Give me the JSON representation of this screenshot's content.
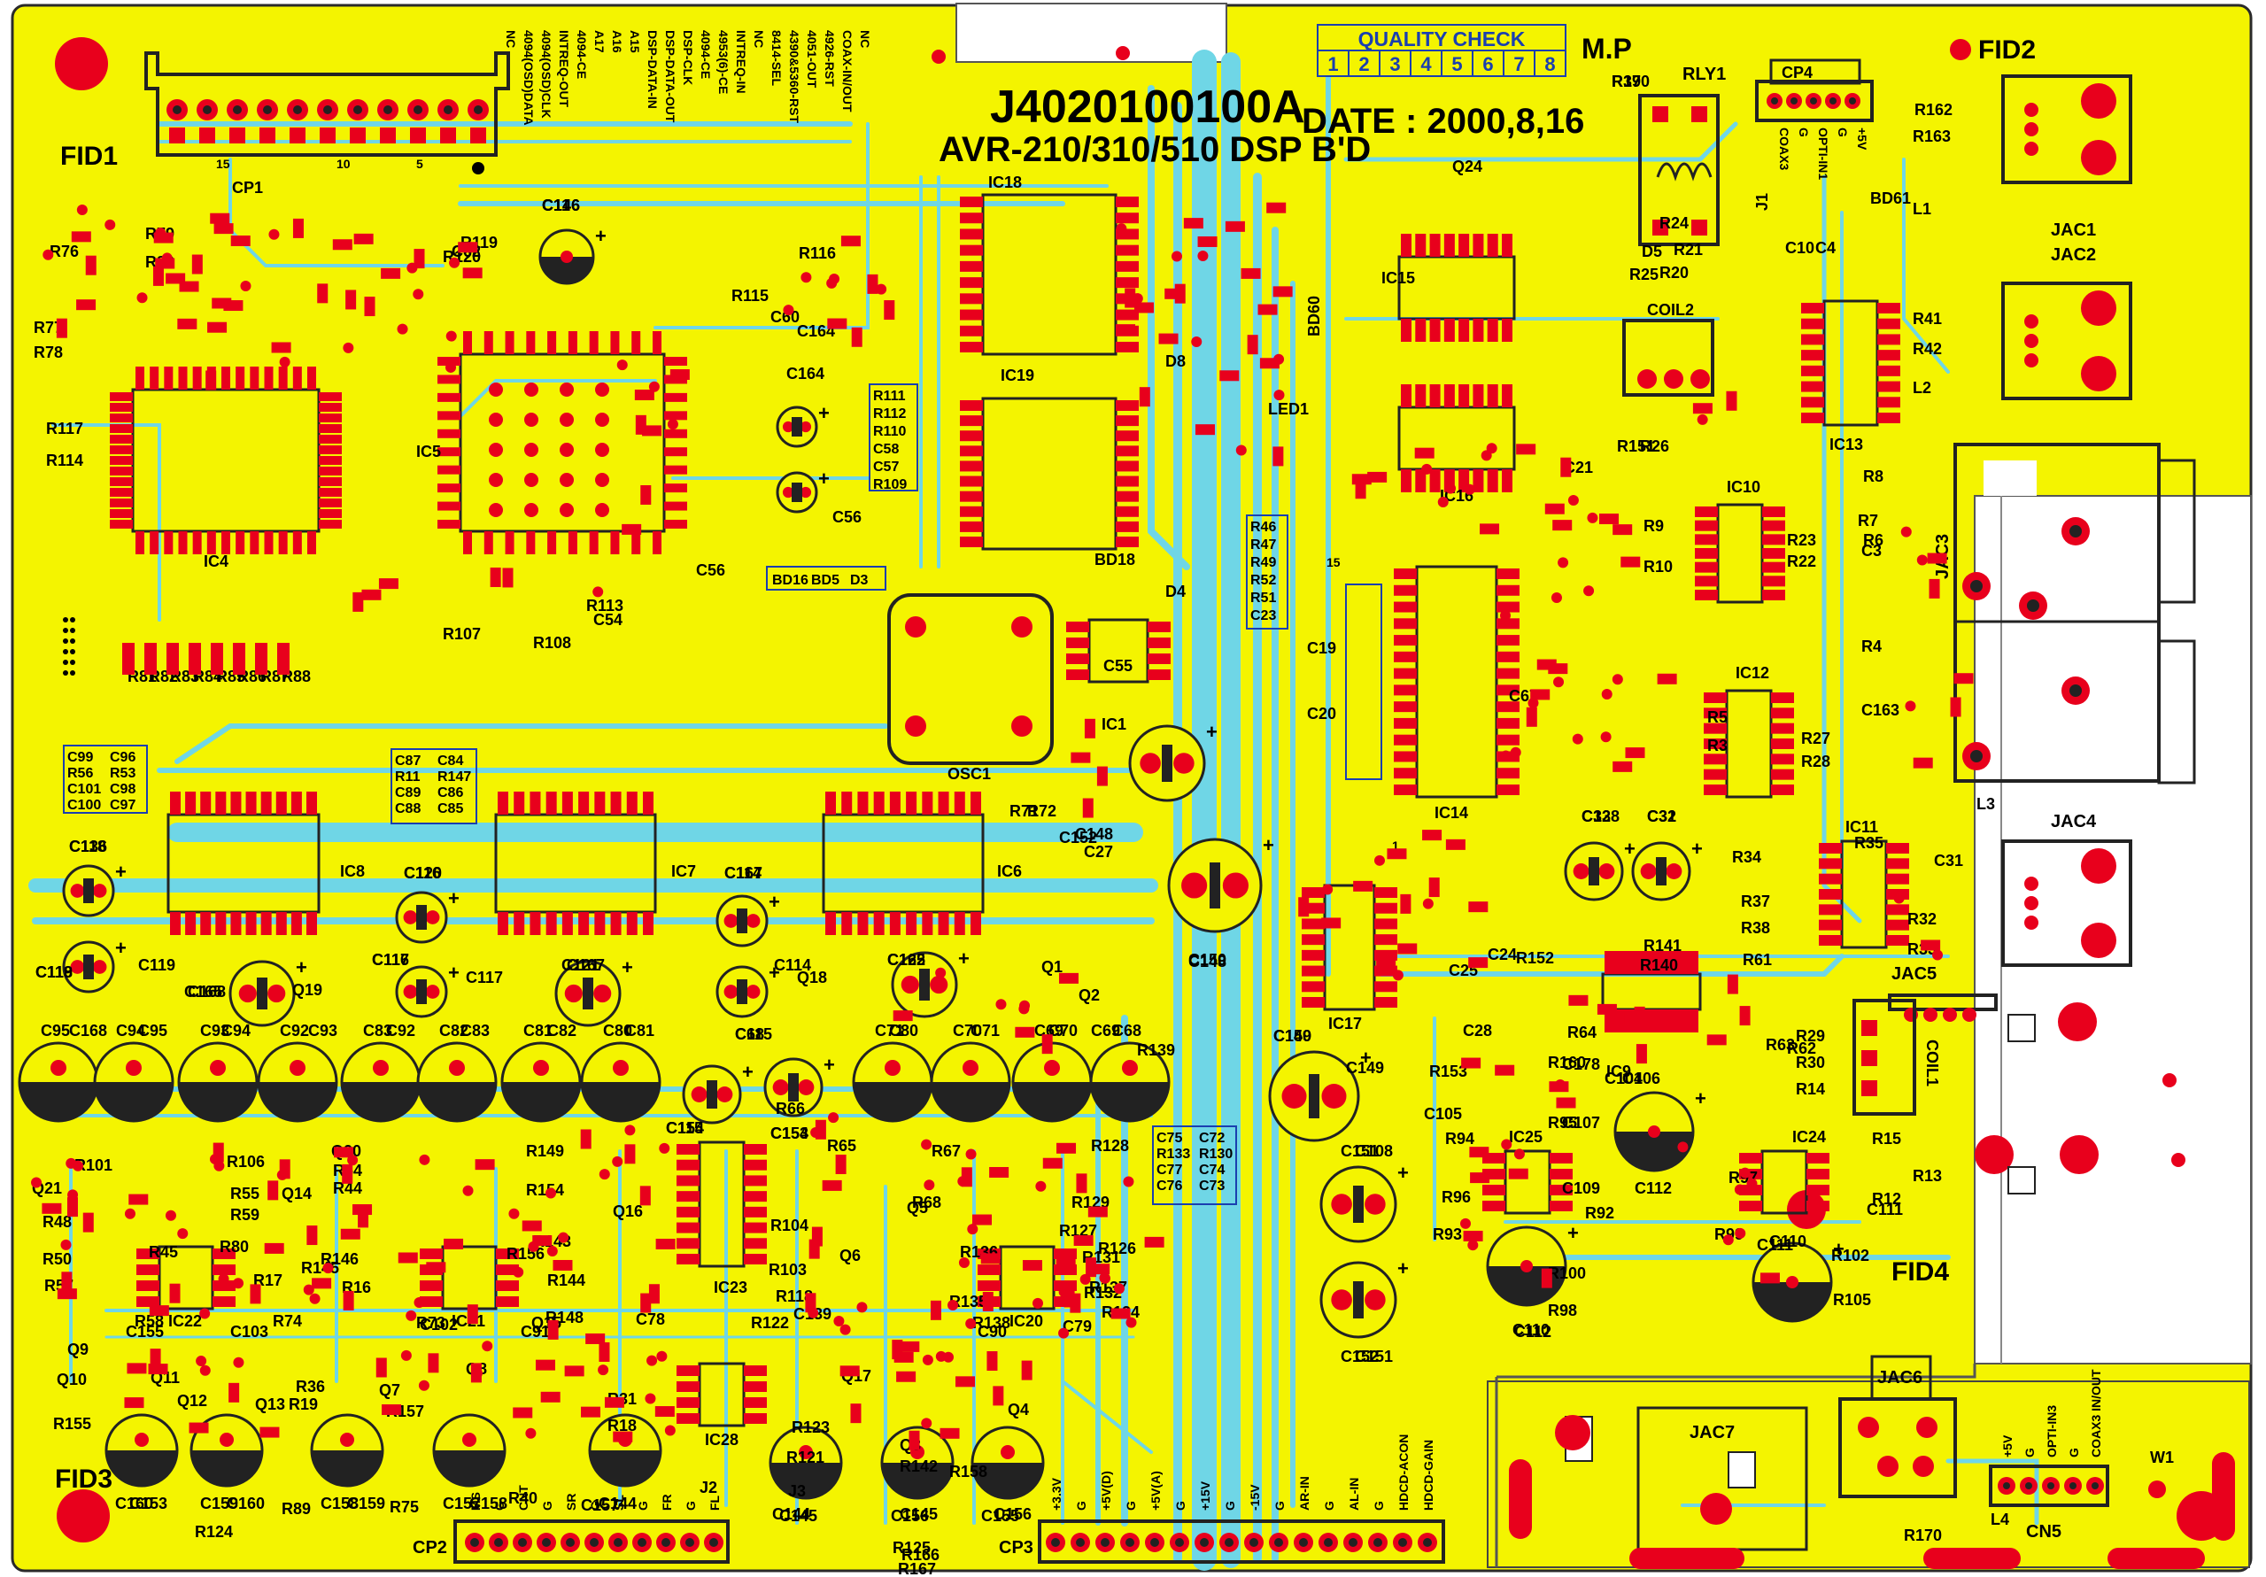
{
  "board": {
    "part_number": "J4020100100A",
    "model": "AVR-210/310/510 DSP B'D",
    "date": "DATE : 2000,8,16",
    "mp": "M.P",
    "quality_check": {
      "title": "QUALITY CHECK",
      "cells": [
        "1",
        "2",
        "3",
        "4",
        "5",
        "6",
        "7",
        "8"
      ]
    }
  },
  "fiducials": [
    "FID1",
    "FID2",
    "FID3",
    "FID4"
  ],
  "cp1_pins": [
    "NC",
    "4094(OSD)DATA",
    "4094(OSD)CLK",
    "INTREQ-OUT",
    "4094-CE",
    "A17",
    "A16",
    "A15",
    "DSP-DATA-IN",
    "DSP-DATA-OUT",
    "DSP-CLK",
    "4094-CE",
    "4953(6)-CE",
    "INTREQ-IN",
    "NC",
    "8414-SEL",
    "4390&5360-RST",
    "4051-OUT",
    "4926-RST",
    "COAX-IN/OUT",
    "NC"
  ],
  "cp2_pins": [
    "MS",
    "G",
    "CNT",
    "G",
    "SR",
    "G",
    "SL",
    "G",
    "FR",
    "G",
    "FL"
  ],
  "cp3_pins": [
    "+3.3V",
    "G",
    "+5V(D)",
    "G",
    "+5V(A)",
    "G",
    "+15V",
    "G",
    "-15V",
    "G",
    "AR-IN",
    "G",
    "AL-IN",
    "G",
    "HDCD-ACON",
    "HDCD-GAIN"
  ],
  "cn5_pins": [
    "+5V",
    "G",
    "OPTI-IN3",
    "G",
    "COAX3 IN/OUT"
  ],
  "cp4_pins": [
    "COAX3",
    "G",
    "OPTI-IN1",
    "G",
    "+5V"
  ],
  "groups": {
    "g1": [
      "C99",
      "C96",
      "R56",
      "R53",
      "C101",
      "C98",
      "C100",
      "C97"
    ],
    "g2": [
      "C87",
      "C84",
      "R11",
      "R147",
      "C89",
      "C86",
      "C88",
      "C85"
    ],
    "g3": [
      "R111",
      "R112",
      "R110",
      "C58",
      "C57",
      "R109"
    ],
    "g4": [
      "R46",
      "R47",
      "R49",
      "R52",
      "R51",
      "C23"
    ],
    "g5": [
      "C75",
      "C72",
      "R133",
      "R130",
      "C77",
      "C74",
      "C76",
      "C73"
    ],
    "g6": [
      "BD16",
      "BD5",
      "D3"
    ]
  },
  "ics": [
    "IC1",
    "IC4",
    "IC5",
    "IC6",
    "IC7",
    "IC8",
    "IC9",
    "IC10",
    "IC11",
    "IC12",
    "IC13",
    "IC14",
    "IC15",
    "IC16",
    "IC17",
    "IC18",
    "IC19",
    "IC20",
    "IC21",
    "IC22",
    "IC23",
    "IC24",
    "IC25",
    "IC28",
    "OSC1"
  ],
  "jacks": [
    "JAC1",
    "JAC2",
    "JAC3",
    "JAC4",
    "JAC5",
    "JAC6",
    "JAC7"
  ],
  "misc": [
    "RLY1",
    "COIL1",
    "COIL2",
    "LED1",
    "BD18",
    "BD61",
    "BD60",
    "L1",
    "L2",
    "L3",
    "L4",
    "W1",
    "J1",
    "J2",
    "J3"
  ],
  "labels": {
    "resistors": [
      "R76",
      "R79",
      "R80",
      "R77",
      "R78",
      "R117",
      "R114",
      "R119",
      "R120",
      "R115",
      "R116",
      "R107",
      "R108",
      "R113",
      "R81",
      "R82",
      "R83",
      "R84",
      "R85",
      "R86",
      "R87",
      "R88",
      "R71",
      "R72",
      "R61",
      "R62",
      "R63",
      "R64",
      "R140",
      "R141",
      "R152",
      "R153",
      "R160",
      "R151",
      "R26",
      "R24",
      "R25",
      "R20",
      "R21",
      "R22",
      "R23",
      "R10",
      "R9",
      "R8",
      "R7",
      "R6",
      "R4",
      "R5",
      "R3",
      "R27",
      "R28",
      "R34",
      "R35",
      "R37",
      "R38",
      "R32",
      "R33",
      "R29",
      "R30",
      "R14",
      "R13",
      "R15",
      "R12",
      "R99",
      "R97",
      "R96",
      "R93",
      "R94",
      "R95",
      "R92",
      "R100",
      "R98",
      "R102",
      "R105",
      "R101",
      "R106",
      "R48",
      "R45",
      "R50",
      "R57",
      "R58",
      "R74",
      "R80",
      "R59",
      "R55",
      "R54",
      "R44",
      "R146",
      "R145",
      "R17",
      "R16",
      "R73",
      "R36",
      "R19",
      "R157",
      "R155",
      "R156",
      "R154",
      "R149",
      "R143",
      "R144",
      "R148",
      "R31",
      "R18",
      "R121",
      "R123",
      "R122",
      "R118",
      "R103",
      "R104",
      "R65",
      "R66",
      "R67",
      "R68",
      "R128",
      "R129",
      "R127",
      "R126",
      "R131",
      "R132",
      "R134",
      "R135",
      "R136",
      "R137",
      "R138",
      "R139",
      "R142",
      "R158",
      "R166",
      "R167",
      "R125",
      "R124",
      "R89",
      "R75",
      "R40",
      "R39",
      "R170",
      "R162",
      "R163",
      "R41",
      "R42"
    ],
    "caps": [
      "C146",
      "C62",
      "C60",
      "C164",
      "C56",
      "C54",
      "C55",
      "C67",
      "C19",
      "C20",
      "C21",
      "C27",
      "C148",
      "C150",
      "C149",
      "C25",
      "C24",
      "C28",
      "C178",
      "C104",
      "C106",
      "C105",
      "C107",
      "C109",
      "C112",
      "C110",
      "C111",
      "C108",
      "C151",
      "C152",
      "C136",
      "C118",
      "C119",
      "C120",
      "C116",
      "C117",
      "C121",
      "C167",
      "C114",
      "C122",
      "C165",
      "C168",
      "C95",
      "C94",
      "C93",
      "C92",
      "C83",
      "C82",
      "C81",
      "C80",
      "C71",
      "C70",
      "C69",
      "C68",
      "C115",
      "C154",
      "C153",
      "C160",
      "C159",
      "C158",
      "C157",
      "C144",
      "C145",
      "C156",
      "C155",
      "C103",
      "C102",
      "C91",
      "C90",
      "C79",
      "C78",
      "C139",
      "C138",
      "C32",
      "C31",
      "C163",
      "C3",
      "C4",
      "C10",
      "C11"
    ],
    "transistors": [
      "Q1",
      "Q2",
      "Q3",
      "Q4",
      "Q5",
      "Q6",
      "Q7",
      "Q8",
      "Q9",
      "Q10",
      "Q11",
      "Q12",
      "Q13",
      "Q14",
      "Q15",
      "Q16",
      "Q17",
      "Q18",
      "Q19",
      "Q20",
      "Q21",
      "Q24"
    ],
    "diodes": [
      "D4",
      "D5",
      "D8"
    ]
  }
}
